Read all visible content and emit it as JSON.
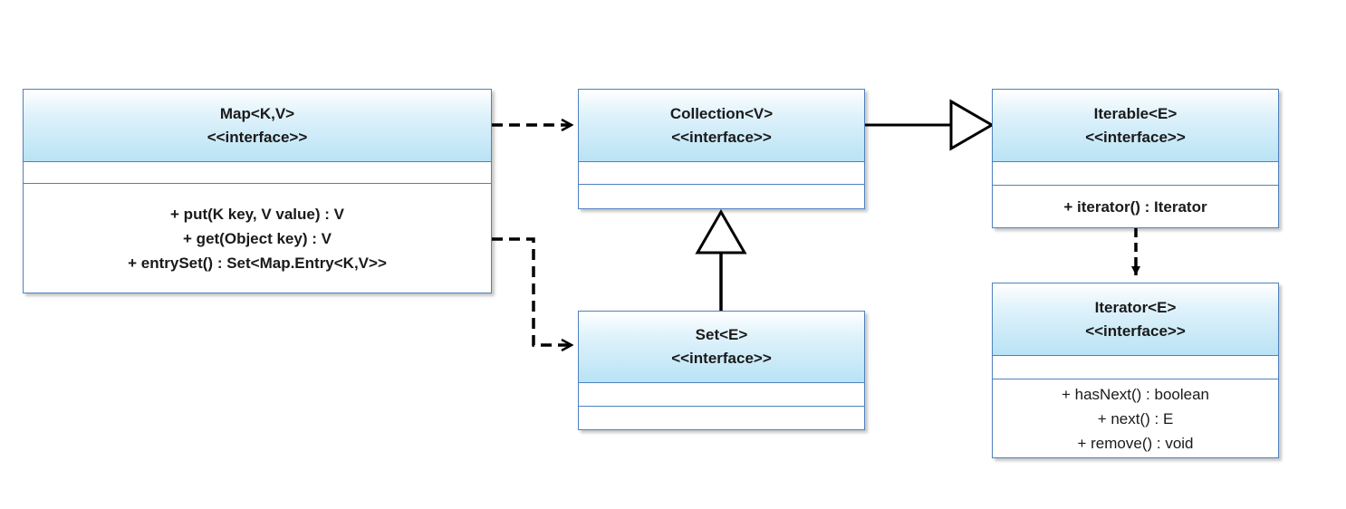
{
  "classes": {
    "map": {
      "name": "Map<K,V>",
      "stereotype": "<<interface>>",
      "operations": [
        "+ put(K key, V value) : V",
        "+ get(Object key) : V",
        "+ entrySet() : Set<Map.Entry<K,V>>"
      ]
    },
    "collection": {
      "name": "Collection<V>",
      "stereotype": "<<interface>>",
      "operations": []
    },
    "iterable": {
      "name": "Iterable<E>",
      "stereotype": "<<interface>>",
      "operations": [
        "+ iterator() : Iterator"
      ]
    },
    "set": {
      "name": "Set<E>",
      "stereotype": "<<interface>>",
      "operations": []
    },
    "iterator": {
      "name": "Iterator<E>",
      "stereotype": "<<interface>>",
      "operations": [
        "+ hasNext() : boolean",
        "+ next() : E",
        "+ remove() : void"
      ]
    }
  },
  "relations": [
    {
      "from": "Map<K,V>",
      "to": "Collection<V>",
      "type": "dependency"
    },
    {
      "from": "Map<K,V>",
      "to": "Set<E>",
      "type": "dependency"
    },
    {
      "from": "Collection<V>",
      "to": "Iterable<E>",
      "type": "generalization"
    },
    {
      "from": "Set<E>",
      "to": "Collection<V>",
      "type": "generalization"
    },
    {
      "from": "Iterable<E>",
      "to": "Iterator<E>",
      "type": "dependency"
    }
  ],
  "colors": {
    "border": "#4f81bd",
    "header_light": "#dff2fb",
    "header_dark": "#b9e3f5",
    "line": "#000000"
  }
}
